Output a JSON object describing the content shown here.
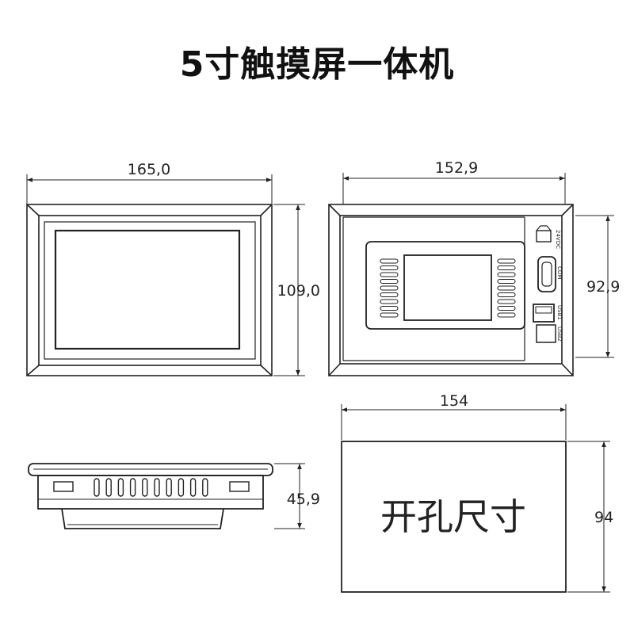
{
  "title": "5寸触摸屏一体机",
  "front_view": {
    "width_label": "165,0",
    "height_label": "109,0"
  },
  "rear_view": {
    "width_label": "152,9",
    "height_label": "92,9",
    "ports": {
      "power": "24VDC",
      "com": "COM",
      "usb1": "USB1",
      "usb2": "USB2"
    }
  },
  "side_view": {
    "depth_label": "45,9"
  },
  "cutout": {
    "width_label": "154",
    "height_label": "94",
    "text": "开孔尺寸"
  },
  "colors": {
    "line": "#222222",
    "background": "#ffffff"
  }
}
